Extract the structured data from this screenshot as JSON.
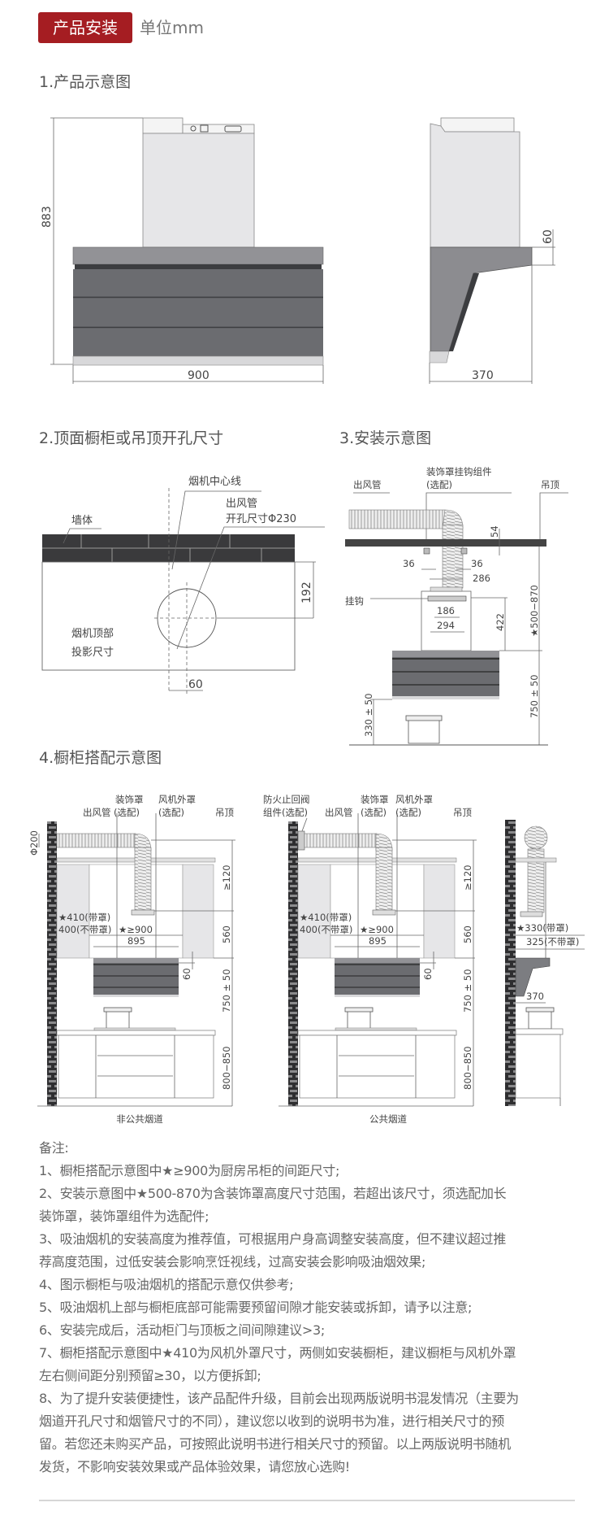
{
  "header": {
    "tag": "产品安装",
    "unit": "单位mm"
  },
  "section1": {
    "title": "1.产品示意图",
    "front": {
      "height": "883",
      "width": "900"
    },
    "side": {
      "offset": "60",
      "depth": "370"
    }
  },
  "section2": {
    "title": "2.顶面橱柜或吊顶开孔尺寸",
    "wall": "墙体",
    "center_line": "烟机中心线",
    "duct_line1": "出风管",
    "duct_line2": "开孔尺寸Φ230",
    "projection_line1": "烟机顶部",
    "projection_line2": "投影尺寸",
    "dim_192": "192",
    "dim_60": "60"
  },
  "section3": {
    "title": "3.安装示意图",
    "duct": "出风管",
    "hook_kit_line1": "装饰罩挂钩组件",
    "hook_kit_line2": "(选配)",
    "ceiling": "吊顶",
    "hook": "挂钩",
    "dims": {
      "d54": "54",
      "d36a": "36",
      "d36b": "36",
      "d286": "286",
      "d186": "186",
      "d294": "294",
      "d422": "422",
      "range": "★500−870",
      "d330": "330 ± 50",
      "d750": "750 ± 50"
    }
  },
  "section4": {
    "title": "4.橱柜搭配示意图",
    "left": {
      "caption": "非公共烟道",
      "phi": "Φ200",
      "cover1": "装饰罩",
      "cover2": "(选配)",
      "duct": "出风管",
      "fan1": "风机外罩",
      "fan2": "(选配)",
      "ceiling": "吊顶",
      "with_cover": "★410(带罩)",
      "without_cover": "400(不带罩)",
      "gap": "★≥900",
      "d895": "895",
      "d120": "≥120",
      "d560": "560",
      "d60": "60",
      "d750": "750 ± 50",
      "d800": "800−850"
    },
    "middle": {
      "caption": "公共烟道",
      "valve1": "防火止回阀",
      "valve2": "组件(选配)",
      "duct": "出风管",
      "cover1": "装饰罩",
      "cover2": "(选配)",
      "fan1": "风机外罩",
      "fan2": "(选配)",
      "ceiling": "吊顶",
      "with_cover": "★410(带罩)",
      "without_cover": "400(不带罩)",
      "gap": "★≥900",
      "d895": "895",
      "d120": "≥120",
      "d560": "560",
      "d60": "60",
      "d750": "750 ± 50",
      "d800": "800−850"
    },
    "right": {
      "with_cover": "★330(带罩)",
      "without_cover": "325(不带罩)",
      "d370": "370"
    }
  },
  "notes": {
    "heading": "备注:",
    "lines": [
      "1、橱柜搭配示意图中★≥900为厨房吊柜的间距尺寸;",
      "2、安装示意图中★500-870为含装饰罩高度尺寸范围，若超出该尺寸，须选配加长",
      "装饰罩，装饰罩组件为选配件;",
      "3、吸油烟机的安装高度为推荐值，可根据用户身高调整安装高度，但不建议超过推",
      "荐高度范围，过低安装会影响烹饪视线，过高安装会影响吸油烟效果;",
      "4、图示橱柜与吸油烟机的搭配示意仅供参考;",
      "5、吸油烟机上部与橱柜底部可能需要预留间隙才能安装或拆卸，请予以注意;",
      "6、安装完成后，活动柜门与顶板之间间隙建议>3;",
      "7、橱柜搭配示意图中★410为风机外罩尺寸，两侧如安装橱柜，建议橱柜与风机外罩",
      "左右侧间距分别预留≥30，以方便拆卸;",
      "8、为了提升安装便捷性，该产品配件升级，目前会出现两版说明书混发情况（主要为",
      "烟道开孔尺寸和烟管尺寸的不同），建议您以收到的说明书为准，进行相关尺寸的预",
      "留。若您还未购买产品，可按照此说明书进行相关尺寸的预留。以上两版说明书随机",
      "发货，不影响安装效果或产品体验效果，请您放心选购!"
    ]
  },
  "colors": {
    "accent": "#a51d22",
    "hood_dark": "#6b6c70",
    "hood_band": "#929296",
    "chimney": "#e6e6e8",
    "wall": "#3a3a3c"
  }
}
